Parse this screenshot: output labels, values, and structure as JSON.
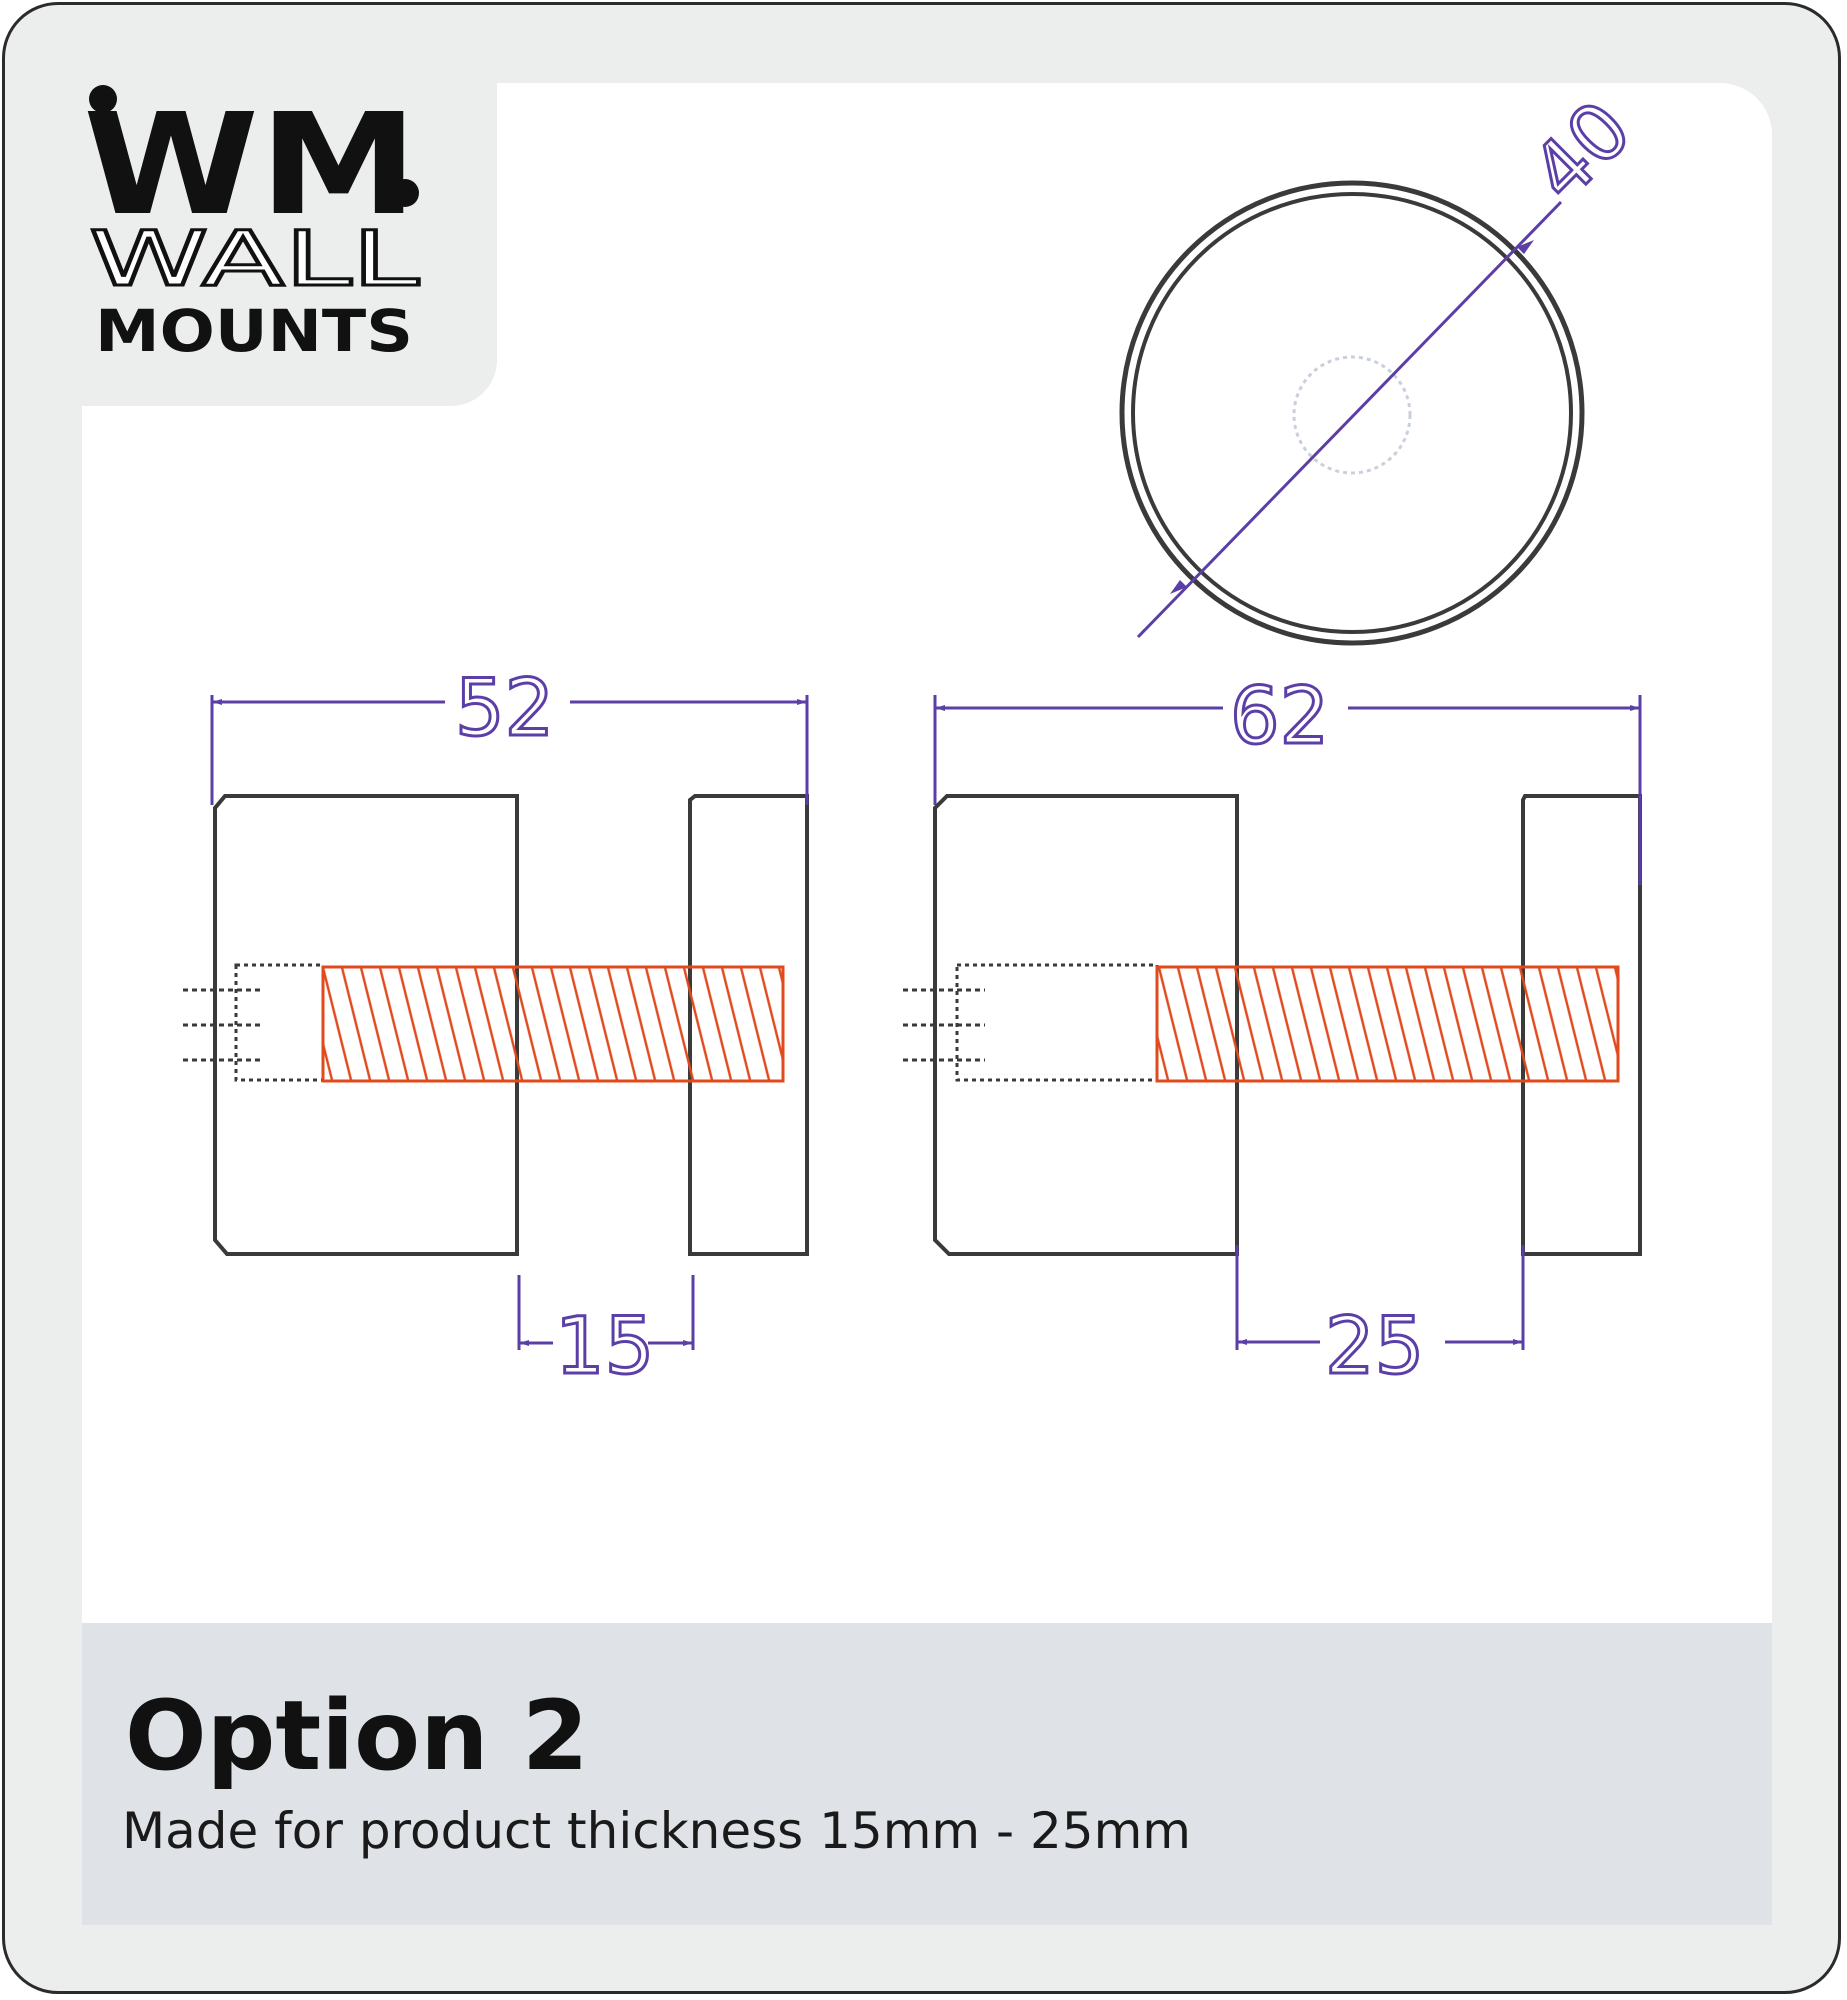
{
  "logo": {
    "mark": "WM",
    "line1": "WALL",
    "line2": "MOUNTS"
  },
  "dimensions": {
    "diameter": "40",
    "left_width": "52",
    "right_width": "62",
    "left_gap": "15",
    "right_gap": "25"
  },
  "caption": {
    "title": "Option 2",
    "subtitle": "Made for product thickness 15mm - 25mm"
  },
  "colors": {
    "dimension": "#5b3fa6",
    "outline": "#3a3a3a",
    "bolt_hatch": "#e04a1c",
    "caption_bg": "#dfe2e6",
    "card_bg": "#eceeed"
  }
}
